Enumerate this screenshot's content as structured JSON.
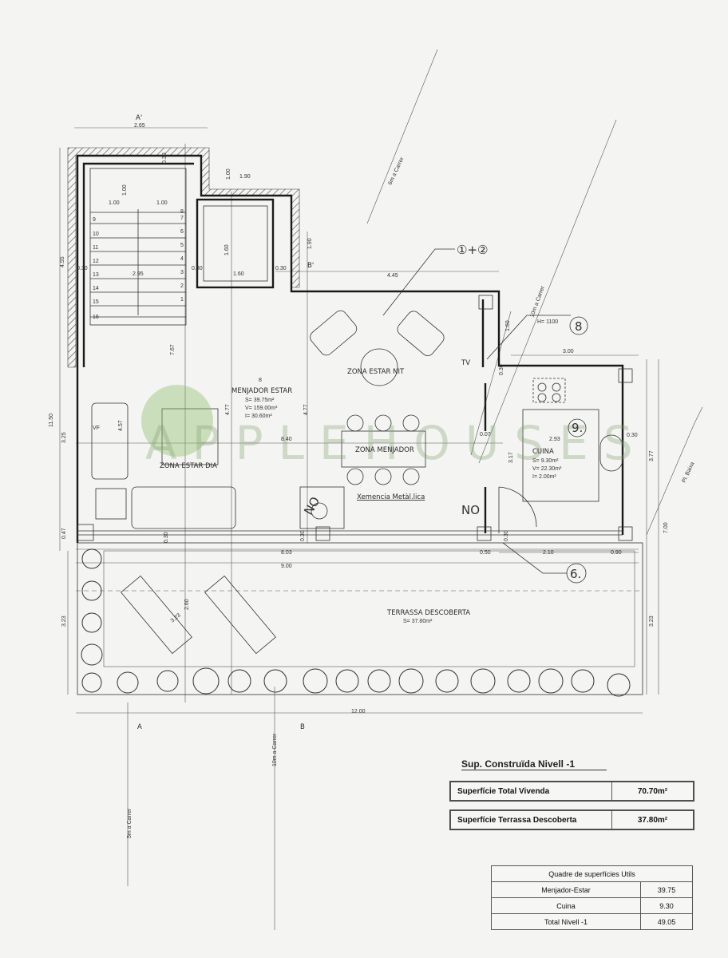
{
  "plan": {
    "rooms": {
      "menjador_estar": {
        "number": "8",
        "name": "MENJADOR ESTAR",
        "s": "S= 39.75m²",
        "v": "V= 159.00m³",
        "i": "I= 30.60m²"
      },
      "cuina": {
        "number": "2.93",
        "name": "CUINA",
        "s": "S= 9.30m²",
        "v": "V= 22.30m³",
        "i": "I= 2.00m²"
      },
      "terrassa": {
        "name": "TERRASSA DESCOBERTA",
        "s": "S= 37.80m²"
      }
    },
    "zones": {
      "estar_nit": "ZONA ESTAR NIT",
      "menjador": "ZONA MENJADOR",
      "estar_dia": "ZONA ESTAR DIA",
      "xemeneia": "Xemencia Metàl.lica",
      "tv": "TV",
      "vf": "VF"
    },
    "annotations": {
      "callout_1_2": "①+②",
      "callout_8": "8",
      "callout_9": "9.",
      "callout_6": "6.",
      "no_1": "NO",
      "no_2": "NO",
      "h_label": "H= 1100",
      "pl_baixa": "Pl. Baixa",
      "street_6m": "6m a Carrer",
      "street_10m": "10m a Carrer",
      "street_10m_b": "10m a Carrer",
      "street_5m": "5m a Carrer"
    },
    "sections": {
      "a_top": "A'",
      "b_top": "B'",
      "a_bottom": "A",
      "b_bottom": "B"
    },
    "stair_steps": [
      "1",
      "2",
      "3",
      "4",
      "5",
      "6",
      "7",
      "8",
      "9",
      "10",
      "11",
      "12",
      "13",
      "14",
      "15",
      "16"
    ],
    "dimensions": [
      "2.65",
      "0.30",
      "1.00",
      "1.90",
      "1.00",
      "1.00",
      "1.00",
      "1.60",
      "1.60",
      "0.30",
      "0.30",
      "0.30",
      "4.55",
      "2.95",
      "1.90",
      "4.45",
      "7.67",
      "4.77",
      "4.77",
      "8.40",
      "11.50",
      "3.25",
      "4.57",
      "0.47",
      "0.30",
      "0.30",
      "8.03",
      "9.00",
      "3.23",
      "3.23",
      "2.60",
      "12.00",
      "1.60",
      "3.00",
      "0.30",
      "0.07",
      "3.17",
      "3.77",
      "7.00",
      "0.50",
      "2.10",
      "0.90",
      "0.30",
      "3.23",
      "0.30"
    ],
    "watermark": "APPLEHOUSES"
  },
  "surface_summary": {
    "title": "Sup. Construïda Nivell -1",
    "rows": [
      {
        "label": "Superfície Total Vivenda",
        "value": "70.70m²"
      },
      {
        "label": "Superfície Terrassa Descoberta",
        "value": "37.80m²"
      }
    ]
  },
  "useful_surfaces": {
    "title": "Quadre de superfícies Utils",
    "rows": [
      {
        "label": "Menjador-Estar",
        "value": "39.75"
      },
      {
        "label": "Cuina",
        "value": "9.30"
      },
      {
        "label": "Total Nivell -1",
        "value": "49.05"
      }
    ]
  }
}
